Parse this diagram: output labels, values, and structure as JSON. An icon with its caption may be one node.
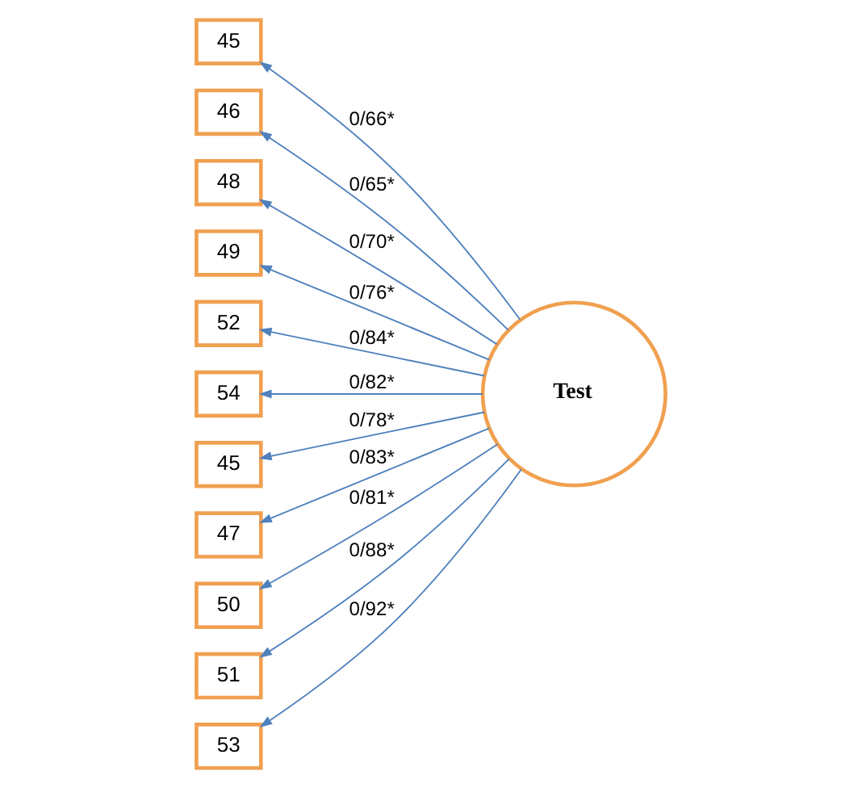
{
  "diagram": {
    "nodes": [
      {
        "text": [
          "45"
        ]
      },
      {
        "text": [
          "46"
        ]
      },
      {
        "text": [
          "48"
        ]
      },
      {
        "text": [
          "49"
        ]
      },
      {
        "text": [
          "52"
        ]
      },
      {
        "text": [
          "54"
        ]
      },
      {
        "text": [
          "45"
        ]
      },
      {
        "text": [
          "47"
        ]
      },
      {
        "text": [
          "50"
        ]
      },
      {
        "text": [
          "51"
        ]
      },
      {
        "text": [
          "53"
        ]
      },
      {
        "text": [
          "Test"
        ]
      }
    ],
    "edges": [
      {
        "from": 11,
        "to": 0,
        "arrow": "to",
        "label": "0/66*"
      },
      {
        "from": 11,
        "to": 1,
        "arrow": "to",
        "label": "0/65*"
      },
      {
        "from": 11,
        "to": 2,
        "arrow": "to",
        "label": "0/70*"
      },
      {
        "from": 11,
        "to": 3,
        "arrow": "to",
        "label": "0/76*"
      },
      {
        "from": 11,
        "to": 4,
        "arrow": "to",
        "label": "0/84*"
      },
      {
        "from": 11,
        "to": 5,
        "arrow": "to",
        "label": "0/82*"
      },
      {
        "from": 11,
        "to": 6,
        "arrow": "to",
        "label": "0/78*"
      },
      {
        "from": 11,
        "to": 7,
        "arrow": "to",
        "label": "0/83*"
      },
      {
        "from": 11,
        "to": 8,
        "arrow": "to",
        "label": "0/81*"
      },
      {
        "from": 11,
        "to": 9,
        "arrow": "to",
        "label": "0/88*"
      },
      {
        "from": 11,
        "to": 10,
        "arrow": "to",
        "label": "0/92*"
      }
    ]
  }
}
